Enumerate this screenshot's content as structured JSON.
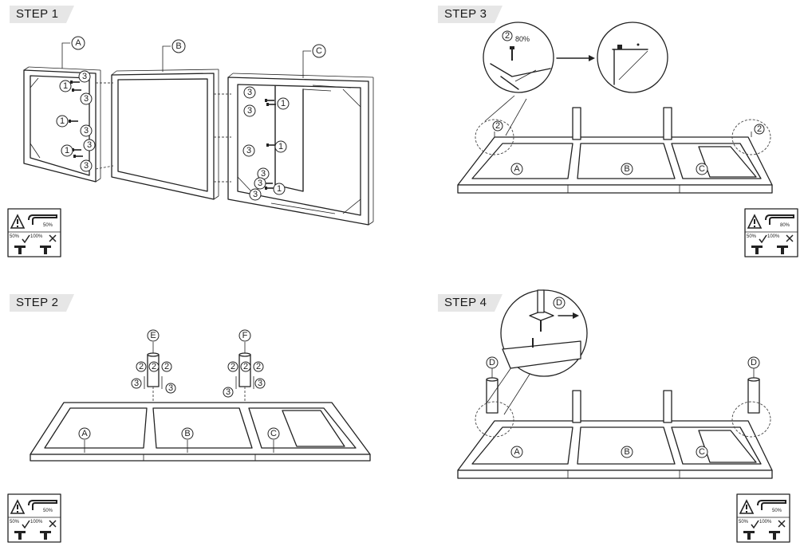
{
  "steps": [
    {
      "label": "STEP 1"
    },
    {
      "label": "STEP 2"
    },
    {
      "label": "STEP 3"
    },
    {
      "label": "STEP 4"
    }
  ],
  "panels": {
    "A": "A",
    "B": "B",
    "C": "C"
  },
  "legs": {
    "D": "D",
    "E": "E",
    "F": "F"
  },
  "parts": {
    "p1": "1",
    "p2": "2",
    "p3": "3"
  },
  "torque": {
    "step1_small": "50%",
    "step2_small": "50%",
    "step3_small": "80%",
    "step4_small": "50%",
    "ok": "50%",
    "bad": "100%",
    "step3_callout": "80%"
  }
}
